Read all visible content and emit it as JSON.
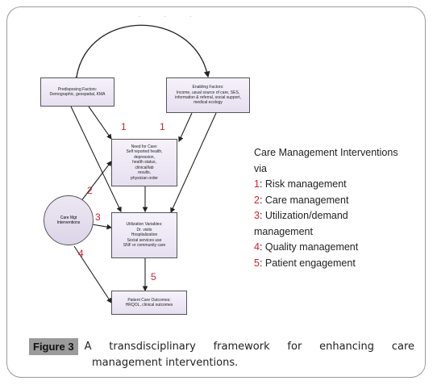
{
  "boxes": {
    "predisposing": "Predisposing Factors:\nDemographic, geospatial, KMA",
    "enabling": "Enabling Factors:\nIncome, usual source of care, SES,\ninformation & referral, social support,\nmedical ecology",
    "need": "Need for Care:\nSelf reported health,\ndepression,\nhealth status,\nclinical/lab\nresults,\nphysician order",
    "utilization": "Utilization Variables:\nDr. visits\nHospitalization\nSocial services use\nSNF or community care",
    "outcomes": "Patient Care Outcomes:\nHRQOL, clinical outcomes",
    "care_mgt": "Care Mgt\nInterventions"
  },
  "arrow_numbers": {
    "n1a": "1",
    "n1b": "1",
    "n2": "2",
    "n3": "3",
    "n4": "4",
    "n5": "5"
  },
  "legend": {
    "title": "Care Management Interventions",
    "via": "via",
    "items": [
      {
        "num": "1",
        "text": ": Risk management"
      },
      {
        "num": "2",
        "text": ": Care management"
      },
      {
        "num": "3",
        "text": ": Utilization/demand"
      },
      {
        "num": "",
        "text": "management"
      },
      {
        "num": "4",
        "text": ": Quality management"
      },
      {
        "num": "5",
        "text": ": Patient engagement"
      }
    ]
  },
  "caption": {
    "label": "Figure 3",
    "text_line1": "A transdisciplinary framework for enhancing care",
    "text_line2": "management interventions."
  },
  "colors": {
    "accent_red": "#d21f2f",
    "box_fill": "#ebe4f3",
    "badge_gray": "#9b9b9b"
  }
}
